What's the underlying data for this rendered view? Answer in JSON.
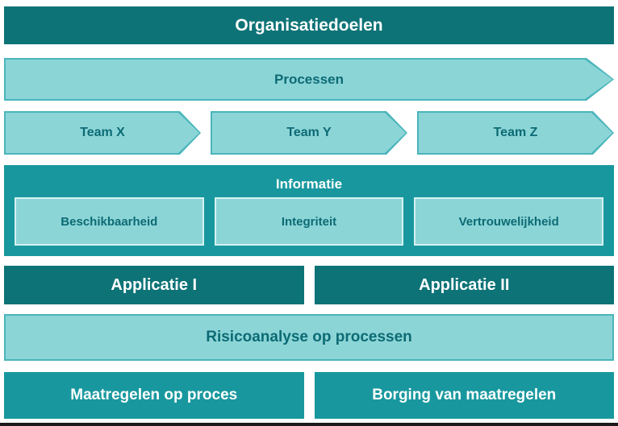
{
  "colors": {
    "dark_teal": "#0d7377",
    "medium_teal": "#18989e",
    "light_teal": "#8cd5d7",
    "light_border": "#4ab5bb",
    "pale_border": "#d6f1f1",
    "text_dark": "#0c6b74",
    "edge": "#1a1a1a"
  },
  "banner": {
    "label": "Organisatiedoelen"
  },
  "processes": {
    "label": "Processen"
  },
  "teams": [
    {
      "label": "Team X"
    },
    {
      "label": "Team Y"
    },
    {
      "label": "Team Z"
    }
  ],
  "information": {
    "label": "Informatie",
    "items": [
      {
        "label": "Beschikbaarheid"
      },
      {
        "label": "Integriteit"
      },
      {
        "label": "Vertrouwelijkheid"
      }
    ]
  },
  "applications": [
    {
      "label": "Applicatie I"
    },
    {
      "label": "Applicatie II"
    }
  ],
  "risk_analysis": {
    "label": "Risicoanalyse op processen"
  },
  "measures": [
    {
      "label": "Maatregelen op proces"
    },
    {
      "label": "Borging van maatregelen"
    }
  ]
}
